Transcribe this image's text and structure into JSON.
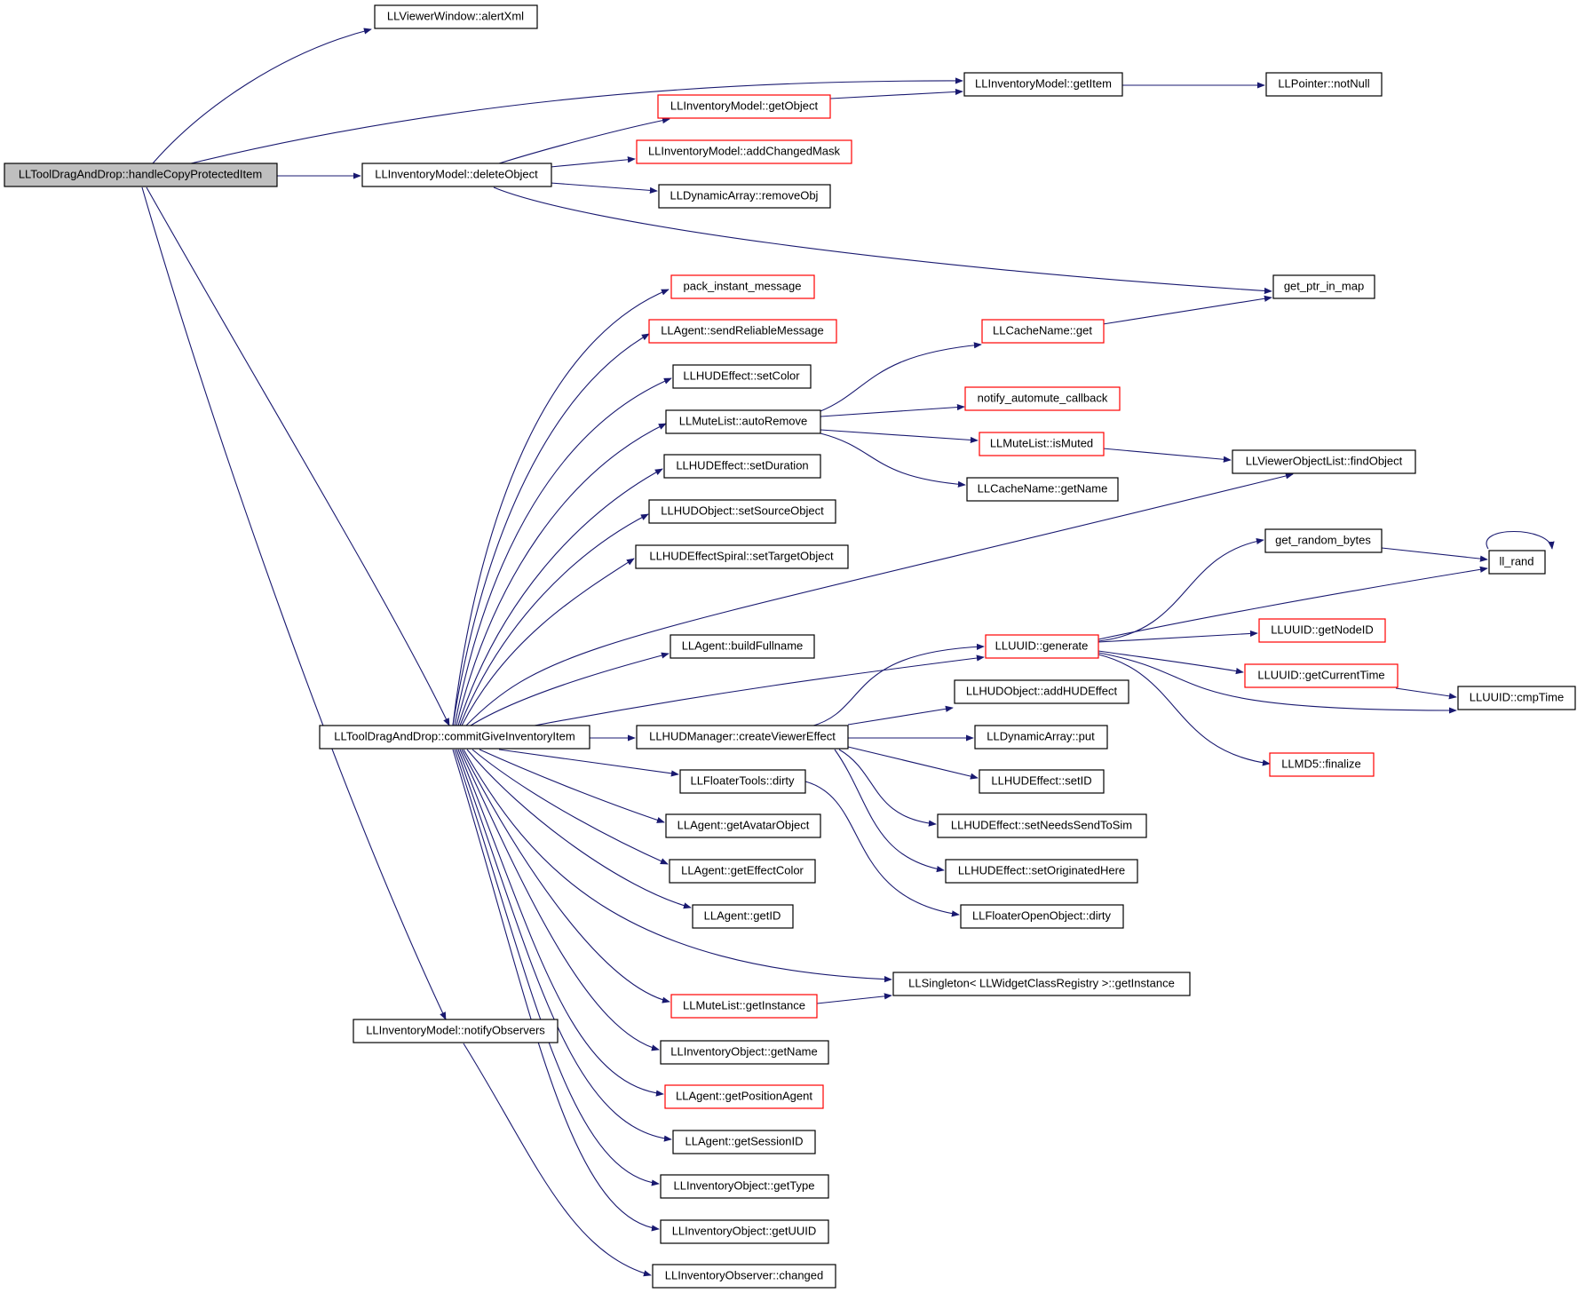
{
  "colors": {
    "edge": "#191970",
    "highlight_border": "#ff0000",
    "root_fill": "#bfbfbf"
  },
  "nodes": {
    "handleCopyProtectedItem": "LLToolDragAndDrop::handleCopyProtectedItem",
    "alertXml": "LLViewerWindow::alertXml",
    "getItem": "LLInventoryModel::getItem",
    "notNull": "LLPointer::notNull",
    "getObject": "LLInventoryModel::getObject",
    "deleteObject": "LLInventoryModel::deleteObject",
    "addChangedMask": "LLInventoryModel::addChangedMask",
    "removeObj": "LLDynamicArray::removeObj",
    "get_ptr_in_map": "get_ptr_in_map",
    "pack_instant_message": "pack_instant_message",
    "sendReliableMessage": "LLAgent::sendReliableMessage",
    "cacheGet": "LLCacheName::get",
    "setColor": "LLHUDEffect::setColor",
    "notify_automute_callback": "notify_automute_callback",
    "autoRemove": "LLMuteList::autoRemove",
    "isMuted": "LLMuteList::isMuted",
    "findObject": "LLViewerObjectList::findObject",
    "setDuration": "LLHUDEffect::setDuration",
    "cacheGetName": "LLCacheName::getName",
    "setSourceObject": "LLHUDObject::setSourceObject",
    "get_random_bytes": "get_random_bytes",
    "ll_rand": "ll_rand",
    "setTargetObject": "LLHUDEffectSpiral::setTargetObject",
    "getNodeID": "LLUUID::getNodeID",
    "buildFullname": "LLAgent::buildFullname",
    "generate": "LLUUID::generate",
    "getCurrentTime": "LLUUID::getCurrentTime",
    "addHUDEffect": "LLHUDObject::addHUDEffect",
    "cmpTime": "LLUUID::cmpTime",
    "commitGiveInventoryItem": "LLToolDragAndDrop::commitGiveInventoryItem",
    "createViewerEffect": "LLHUDManager::createViewerEffect",
    "put": "LLDynamicArray::put",
    "finalize": "LLMD5::finalize",
    "floaterToolsDirty": "LLFloaterTools::dirty",
    "setID": "LLHUDEffect::setID",
    "getAvatarObject": "LLAgent::getAvatarObject",
    "setNeedsSendToSim": "LLHUDEffect::setNeedsSendToSim",
    "getEffectColor": "LLAgent::getEffectColor",
    "setOriginatedHere": "LLHUDEffect::setOriginatedHere",
    "getID": "LLAgent::getID",
    "floaterOpenObjectDirty": "LLFloaterOpenObject::dirty",
    "singletonGetInstance": "LLSingleton< LLWidgetClassRegistry >::getInstance",
    "muteListGetInstance": "LLMuteList::getInstance",
    "notifyObservers": "LLInventoryModel::notifyObservers",
    "invObjGetName": "LLInventoryObject::getName",
    "getPositionAgent": "LLAgent::getPositionAgent",
    "getSessionID": "LLAgent::getSessionID",
    "getType": "LLInventoryObject::getType",
    "getUUID": "LLInventoryObject::getUUID",
    "changed": "LLInventoryObserver::changed"
  }
}
